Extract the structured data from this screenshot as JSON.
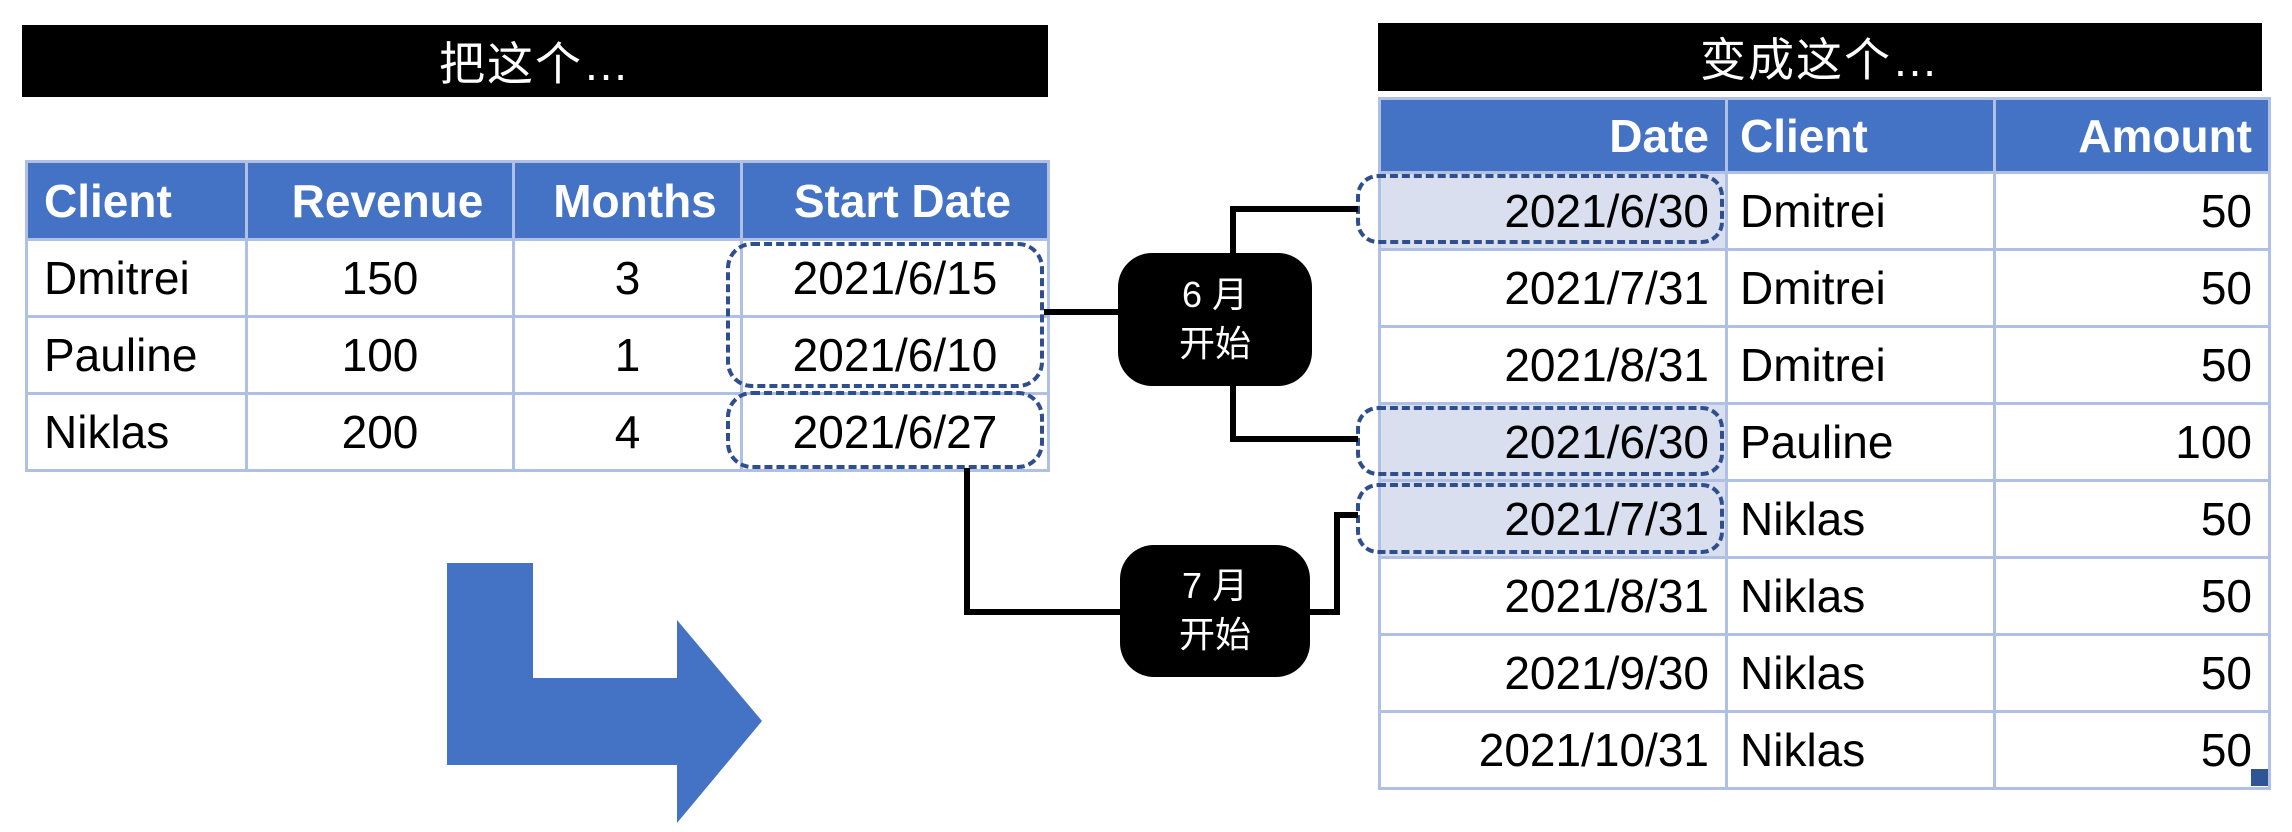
{
  "left_panel": {
    "title": "把这个…",
    "table": {
      "headers": [
        "Client",
        "Revenue",
        "Months",
        "Start Date"
      ],
      "rows": [
        [
          "Dmitrei",
          "150",
          "3",
          "2021/6/15"
        ],
        [
          "Pauline",
          "100",
          "1",
          "2021/6/10"
        ],
        [
          "Niklas",
          "200",
          "4",
          "2021/6/27"
        ]
      ]
    }
  },
  "right_panel": {
    "title": "变成这个…",
    "table": {
      "headers": [
        "Date",
        "Client",
        "Amount"
      ],
      "rows": [
        [
          "2021/6/30",
          "Dmitrei",
          "50"
        ],
        [
          "2021/7/31",
          "Dmitrei",
          "50"
        ],
        [
          "2021/8/31",
          "Dmitrei",
          "50"
        ],
        [
          "2021/6/30",
          "Pauline",
          "100"
        ],
        [
          "2021/7/31",
          "Niklas",
          "50"
        ],
        [
          "2021/8/31",
          "Niklas",
          "50"
        ],
        [
          "2021/9/30",
          "Niklas",
          "50"
        ],
        [
          "2021/10/31",
          "Niklas",
          "50"
        ]
      ],
      "highlighted_row_indices": [
        0,
        3,
        4
      ]
    }
  },
  "callouts": {
    "june": {
      "line1": "6 月",
      "line2": "开始"
    },
    "july": {
      "line1": "7 月",
      "line2": "开始"
    }
  },
  "colors": {
    "header_blue": "#4472C4",
    "grid_border": "#AFC0E4",
    "highlight_fill": "#D9DFEF",
    "dashed_selection": "#2E4E8E",
    "arrow_blue": "#4472C4",
    "banner_bg": "#000000",
    "banner_text": "#FFFFFF"
  }
}
